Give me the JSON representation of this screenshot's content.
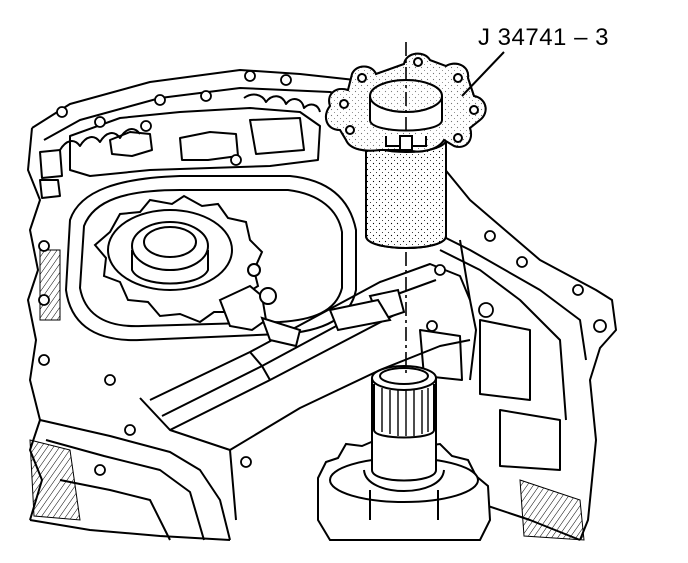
{
  "figure": {
    "callout": {
      "label": "J 34741 – 3"
    },
    "colors": {
      "ink": "#000000",
      "paper": "#ffffff",
      "shade": "#d9d9d9"
    },
    "parts": [
      "transmission-case",
      "special-tool",
      "tool-flange",
      "tool-sleeve",
      "output-shaft",
      "sun-gear",
      "case-bolt-holes",
      "alignment-centerline"
    ]
  }
}
